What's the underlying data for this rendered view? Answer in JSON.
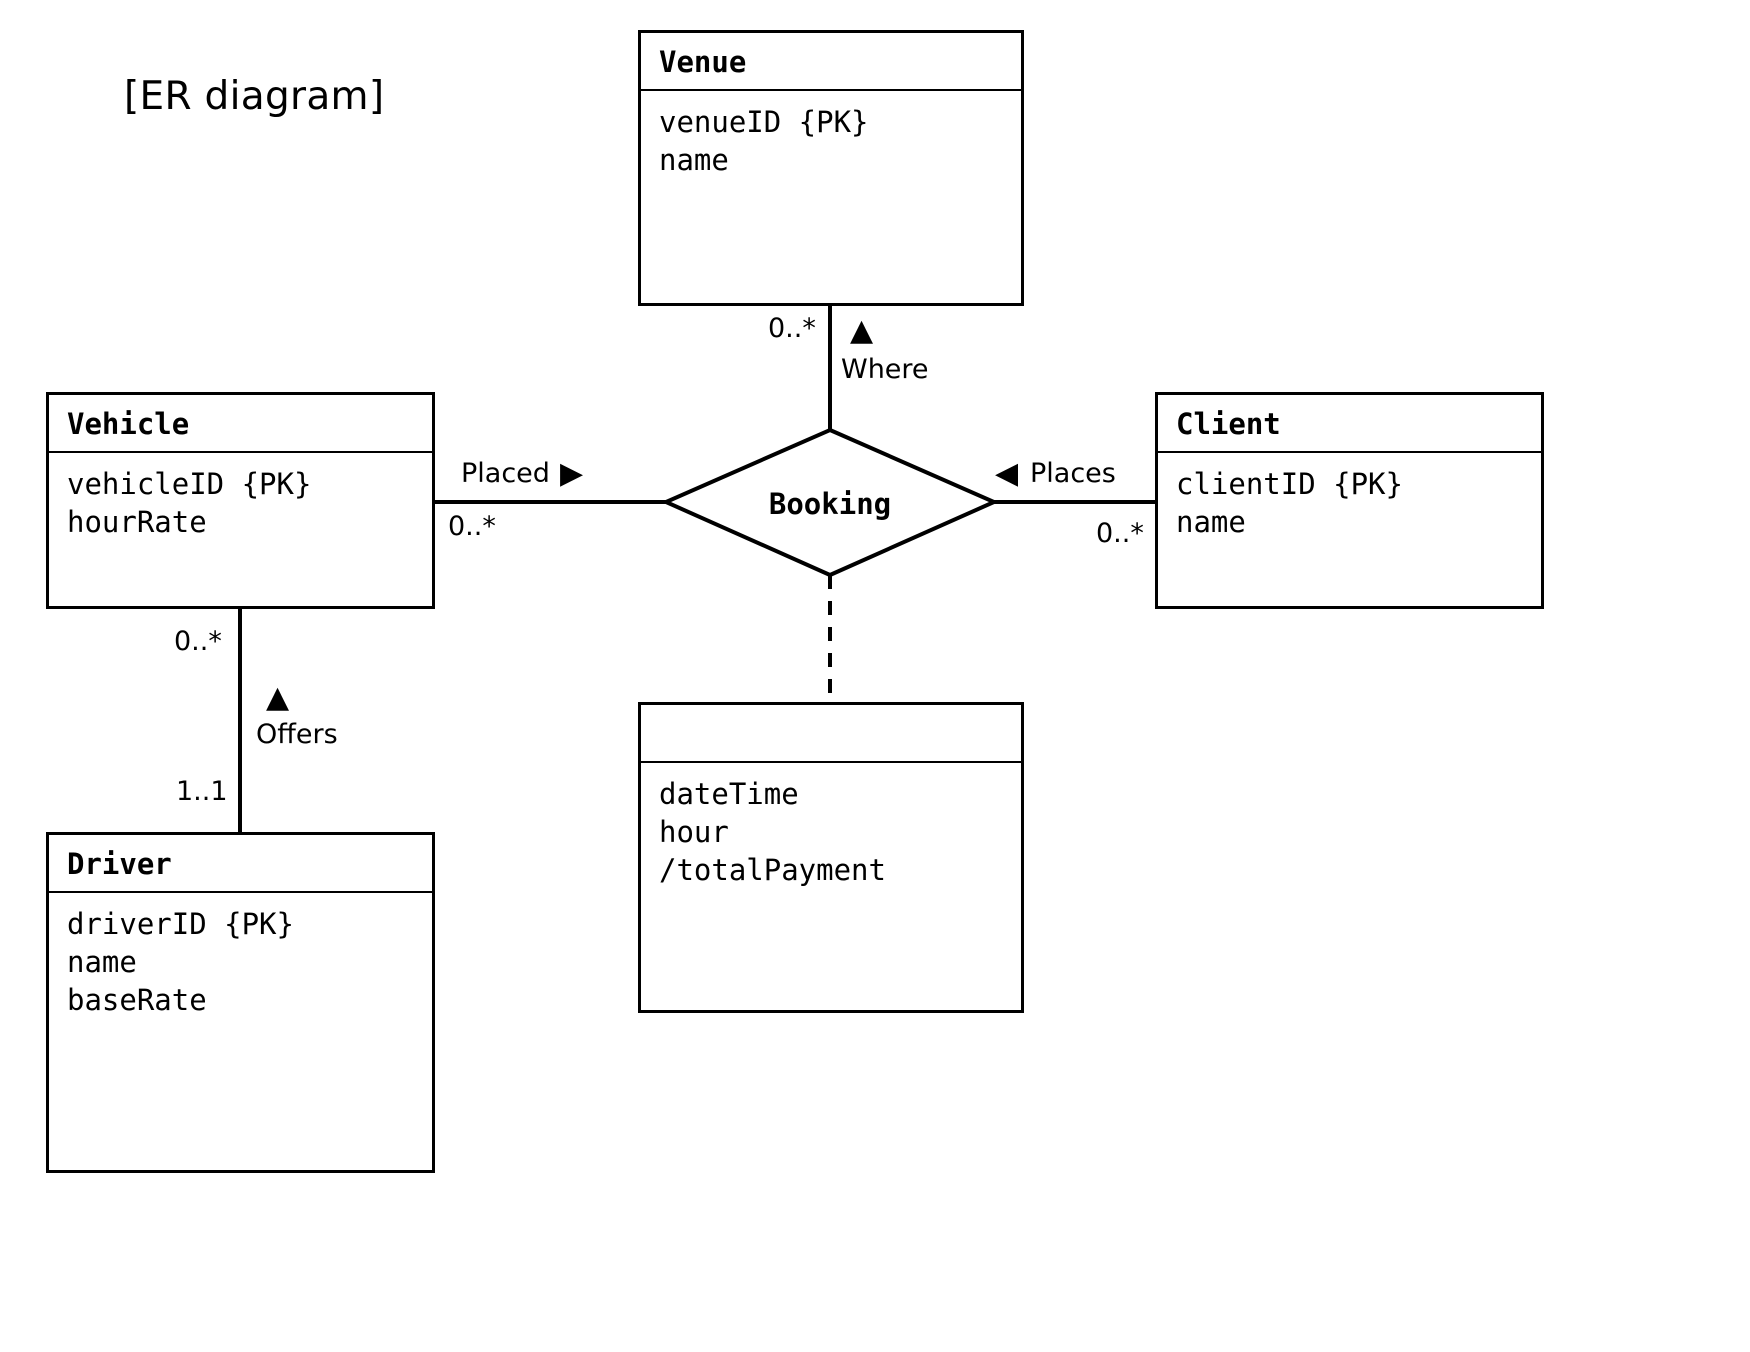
{
  "diagram": {
    "title": "[ER diagram]",
    "type": "UML / ER class diagram"
  },
  "entities": [
    {
      "key": "venue",
      "name": "Venue",
      "attributes": [
        "venueID {PK}",
        "name"
      ]
    },
    {
      "key": "vehicle",
      "name": "Vehicle",
      "attributes": [
        "vehicleID {PK}",
        "hourRate"
      ]
    },
    {
      "key": "client",
      "name": "Client",
      "attributes": [
        "clientID {PK}",
        "name"
      ]
    },
    {
      "key": "driver",
      "name": "Driver",
      "attributes": [
        "driverID {PK}",
        "name",
        "baseRate"
      ]
    },
    {
      "key": "booking_attributes",
      "name": "",
      "attributes": [
        "dateTime",
        "hour",
        "/totalPayment"
      ]
    }
  ],
  "relationship": {
    "name": "Booking",
    "shape": "diamond"
  },
  "edges": {
    "venue_booking": {
      "label": "Where",
      "marker": "▲",
      "marker_name": "triangle-up-icon",
      "multiplicity": "0..*"
    },
    "vehicle_booking": {
      "label": "Placed",
      "marker": "▶",
      "marker_name": "triangle-right-icon",
      "multiplicity": "0..*"
    },
    "client_booking": {
      "label": "Places",
      "marker": "◀",
      "marker_name": "triangle-left-icon",
      "multiplicity": "0..*"
    },
    "vehicle_driver": {
      "label": "Offers",
      "marker": "▲",
      "marker_name": "triangle-up-icon",
      "multiplicity_top": "0..*",
      "multiplicity_bottom": "1..1"
    }
  },
  "colors": {
    "stroke": "#000000",
    "fill": "#ffffff",
    "text": "#000000"
  }
}
